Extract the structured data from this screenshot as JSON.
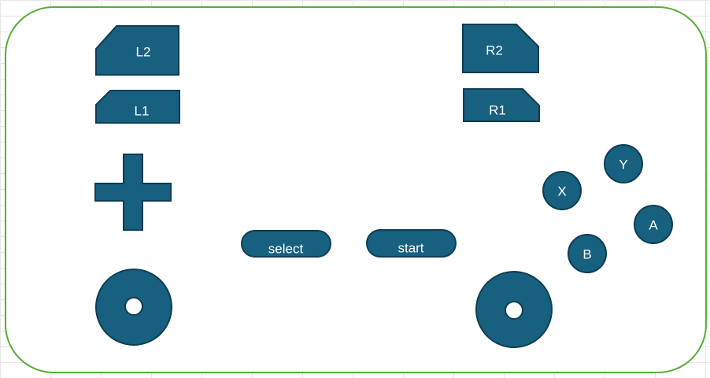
{
  "controller": {
    "buttons": {
      "l2": "L2",
      "l1": "L1",
      "r2": "R2",
      "r1": "R1",
      "select": "select",
      "start": "start",
      "x": "X",
      "y": "Y",
      "a": "A",
      "b": "B"
    },
    "colors": {
      "button_fill": "#17607f",
      "button_outline": "#0f3d52",
      "shell_outline": "#5aad3a",
      "label_text": "#ffffff"
    }
  }
}
